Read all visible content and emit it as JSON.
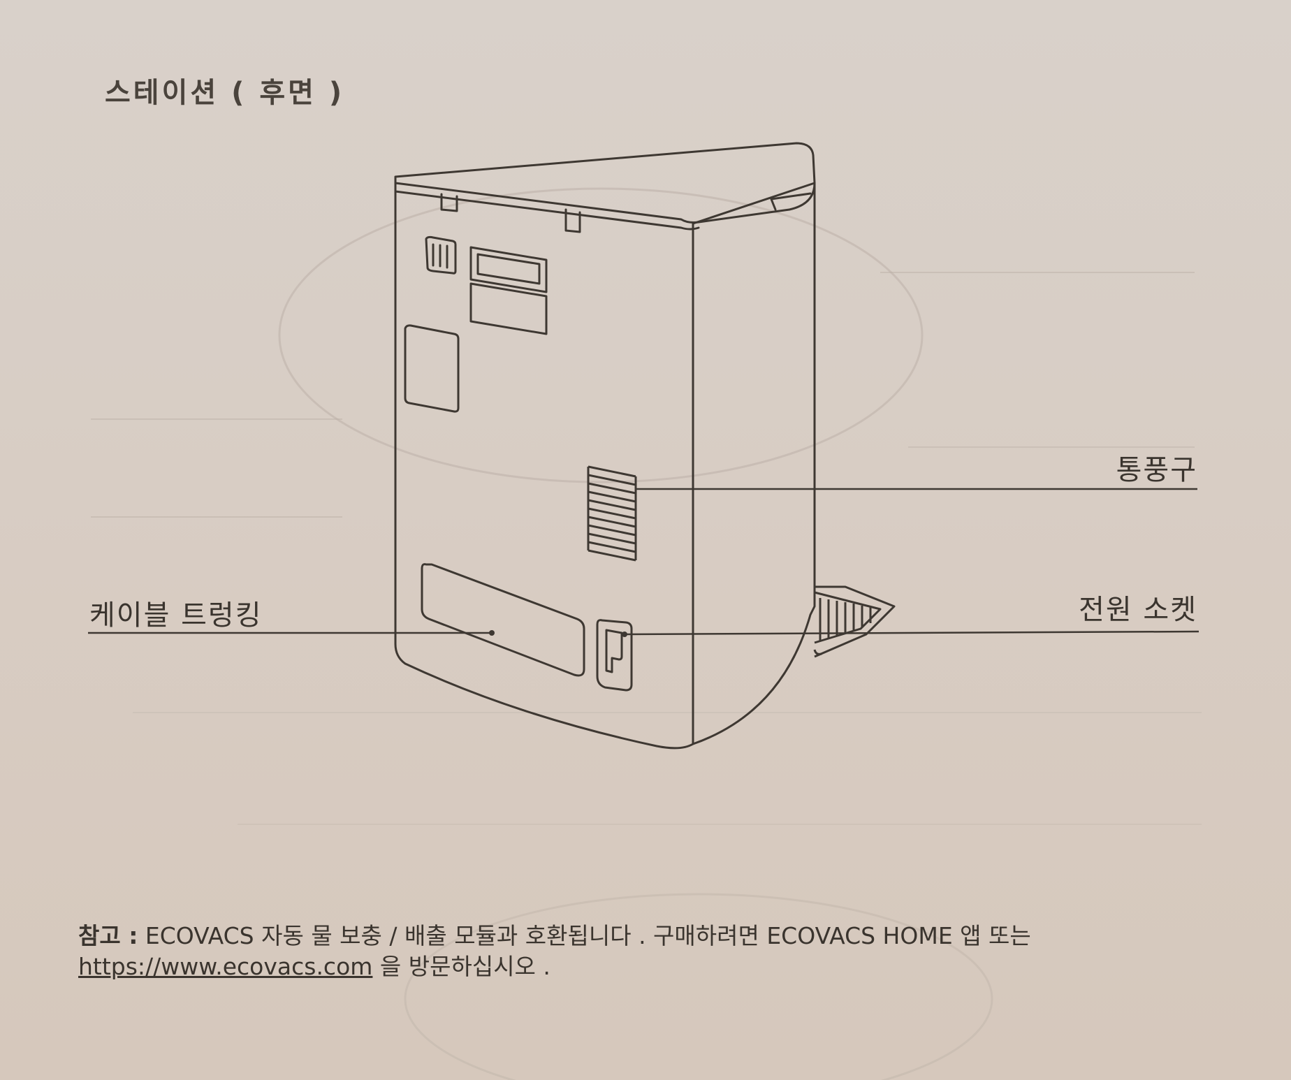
{
  "section_title": "스테이션 ( 후면 )",
  "callouts": {
    "vent": "통풍구",
    "power_socket": "전원 소켓",
    "cable_management": "케이블 트렁킹"
  },
  "note": {
    "label": "참고 :",
    "text_before_link": " ECOVACS 자동 물 보충 / 배출 모듈과 호환됩니다 . 구매하려면 ECOVACS HOME 앱 또는",
    "link": "https://www.ecovacs.com",
    "text_after_link": " 을 방문하십시오 ."
  },
  "colors": {
    "paper": "#d8cec5",
    "ink": "#3a342e"
  }
}
